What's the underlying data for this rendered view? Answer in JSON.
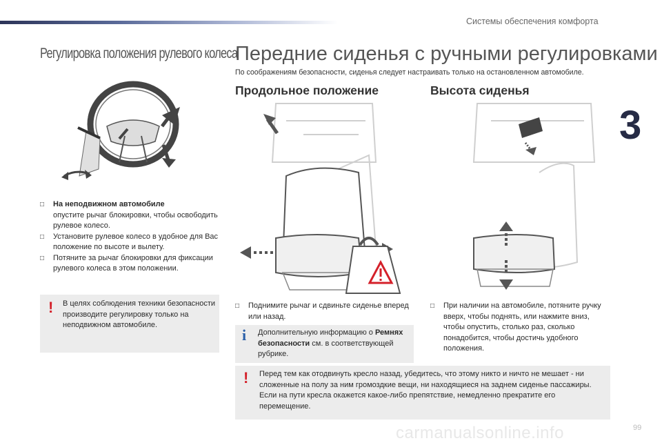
{
  "header": {
    "section_title": "Системы обеспечения комфорта",
    "chapter_number": "3"
  },
  "left": {
    "title": "Регулировка положения рулевого колеса",
    "steps": [
      {
        "bold": "На неподвижном автомобиле",
        "text": "опустите рычаг блокировки, чтобы освободить рулевое колесо."
      },
      {
        "bold": "",
        "text": "Установите рулевое колесо в удобное для Вас положение по высоте и вылету."
      },
      {
        "bold": "",
        "text": "Потяните за рычаг блокировки для фиксации рулевого колеса в этом положении."
      }
    ],
    "warning": "В целях соблюдения техники безопасности производите регулировку только на неподвижном автомобиле."
  },
  "main": {
    "title": "Передние сиденья с ручными регулировками",
    "subtitle": "По соображениям безопасности, сиденья следует настраивать только на остановленном автомобиле.",
    "longitudinal": {
      "heading": "Продольное положение",
      "step": "Поднимите рычаг и сдвиньте сиденье вперед или назад.",
      "info_prefix": "Дополнительную информацию о",
      "info_bold": "Ремнях безопасности",
      "info_suffix": "см. в соответствующей рубрике."
    },
    "height": {
      "heading": "Высота сиденья",
      "step": "При наличии на автомобиле, потяните ручку вверх, чтобы поднять, или нажмите вниз, чтобы опустить, столько раз, сколько понадобится, чтобы достичь удобного положения."
    },
    "warning": "Перед тем как отодвинуть кресло назад, убедитесь, что этому никто и ничто не мешает - ни сложенные на полу за ним громоздкие вещи, ни находящиеся на заднем сиденье пассажиры. Если на пути кресла окажется какое-либо препятствие, немедленно прекратите его перемещение."
  },
  "icons": {
    "bullet": "checkbox-bullet-icon",
    "warning": "exclamation-warning-icon",
    "info": "info-icon"
  },
  "colors": {
    "accent_red": "#d4202a",
    "info_blue": "#2a5fa8",
    "box_grey": "#ececec",
    "chapter_navy": "#262b45"
  },
  "footer": {
    "watermark": "carmanualsonline.info",
    "page_number": "99"
  }
}
